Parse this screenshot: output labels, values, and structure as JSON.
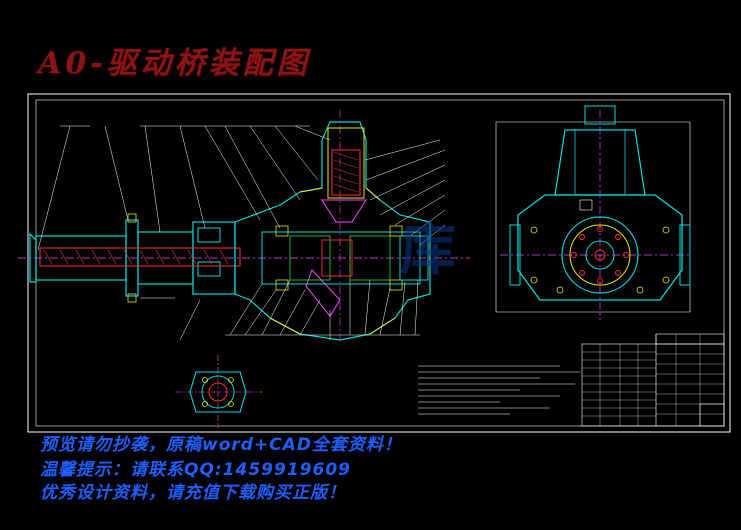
{
  "title": "A0-驱动桥装配图",
  "promo": {
    "line1": "预览请勿抄袭，原稿word+CAD全套资料！",
    "line2": "温馨提示：请联系QQ:1459919609",
    "line3": "优秀设计资料，请充值下载购买正版！"
  },
  "watermark": "库",
  "colors": {
    "background": "#000000",
    "title": "#8b1414",
    "promo": "#1f5fff",
    "outline": "#ffffff",
    "cyan": "#00d8d8",
    "magenta": "#ff40ff",
    "yellow": "#e8e800",
    "red": "#ff3030",
    "green": "#30e030"
  }
}
